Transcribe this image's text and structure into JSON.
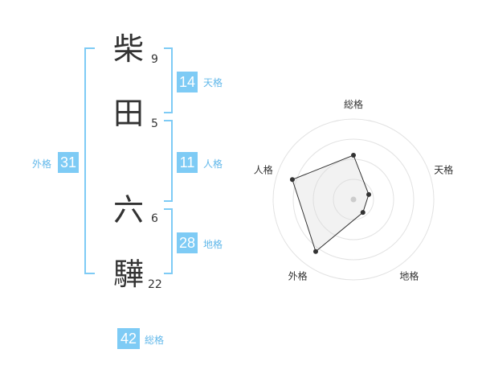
{
  "name_chars": [
    {
      "char": "柴",
      "strokes": "9"
    },
    {
      "char": "田",
      "strokes": "5"
    },
    {
      "char": "六",
      "strokes": "6"
    },
    {
      "char": "驊",
      "strokes": "22"
    }
  ],
  "fortune": {
    "tenkaku": {
      "value": "14",
      "label": "天格"
    },
    "jinkaku": {
      "value": "11",
      "label": "人格"
    },
    "chikaku": {
      "value": "28",
      "label": "地格"
    },
    "gaikaku": {
      "value": "31",
      "label": "外格"
    },
    "soukaku": {
      "value": "42",
      "label": "総格"
    }
  },
  "colors": {
    "accent": "#7ecbf5",
    "bracket": "#7ecbf5",
    "label": "#62b8ea"
  },
  "chart_data": {
    "type": "radar",
    "axes": [
      "総格",
      "天格",
      "地格",
      "外格",
      "人格"
    ],
    "values": [
      0.55,
      0.2,
      0.2,
      0.8,
      0.8
    ],
    "range": [
      0,
      1
    ],
    "rings": 4
  }
}
